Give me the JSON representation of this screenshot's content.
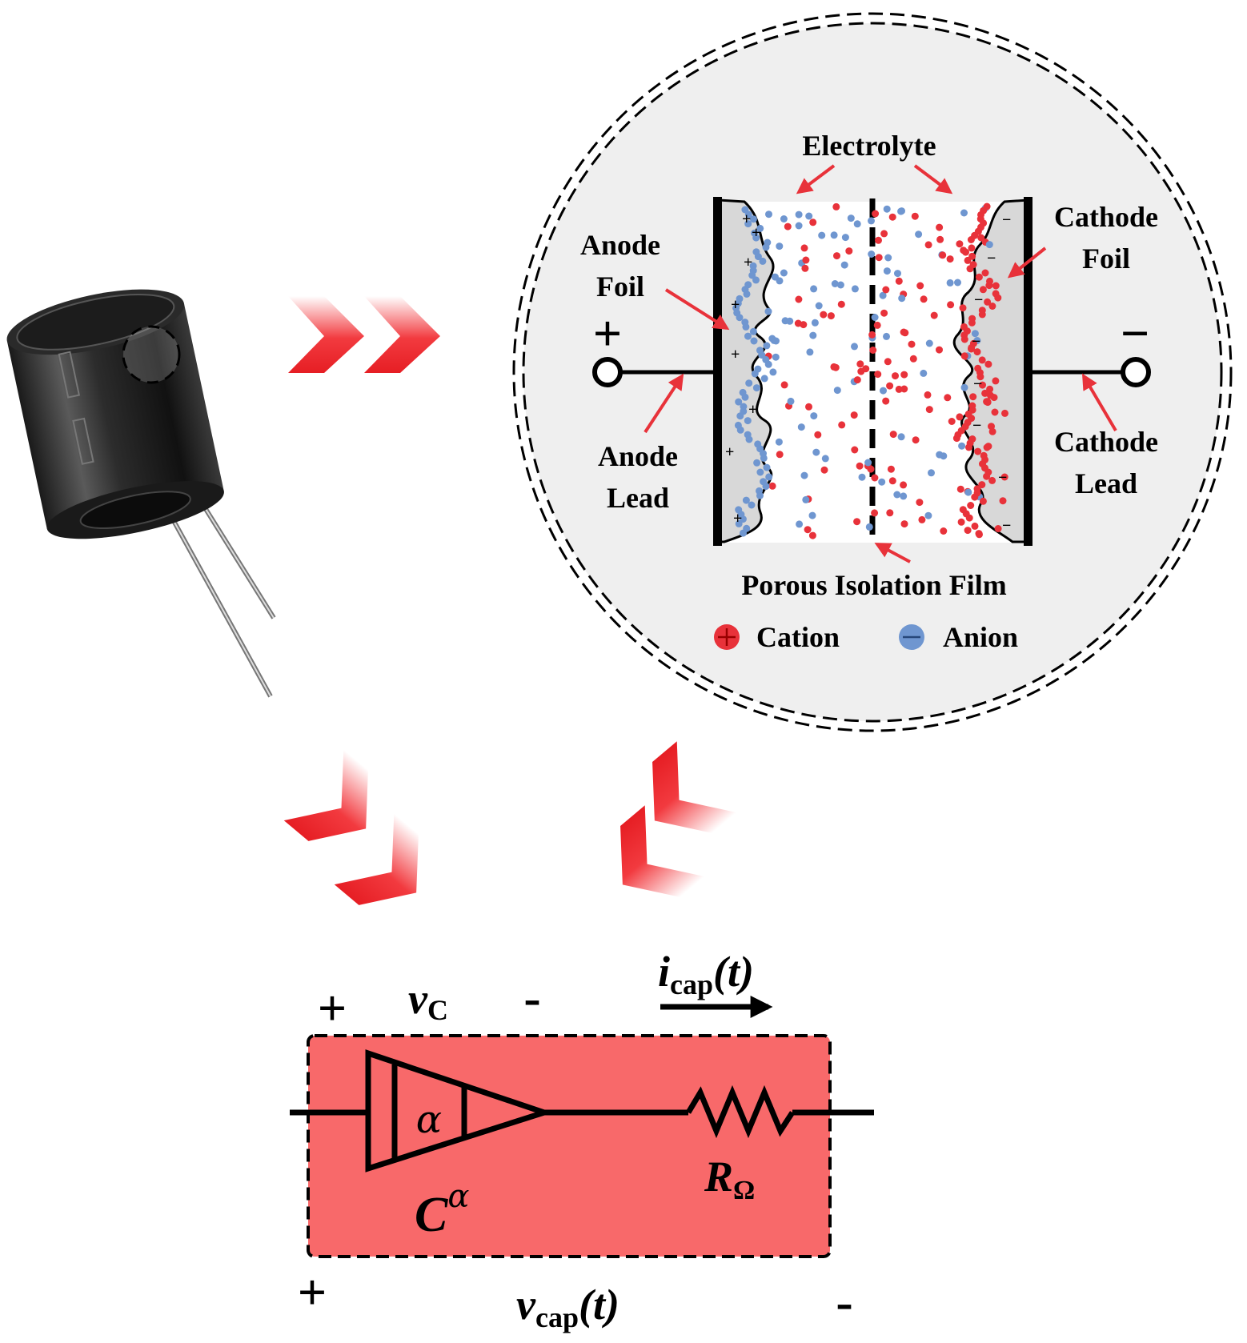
{
  "cross_section": {
    "electrolyte": "Electrolyte",
    "anode_foil": [
      "Anode",
      "Foil"
    ],
    "cathode_foil": [
      "Cathode",
      "Foil"
    ],
    "anode_lead": [
      "Anode",
      "Lead"
    ],
    "cathode_lead": [
      "Cathode",
      "Lead"
    ],
    "separator": "Porous Isolation Film",
    "anode_terminal_sign": "+",
    "cathode_terminal_sign": "−",
    "anode_surface_charge": "+",
    "cathode_surface_charge": "−",
    "legend": [
      {
        "symbol": "⊕",
        "label": "Cation",
        "color": "#e8323a"
      },
      {
        "symbol": "⊖",
        "label": "Anion",
        "color": "#6f96d0"
      }
    ]
  },
  "circuit": {
    "vc_plus": "+",
    "vc_minus": "-",
    "vc_symbol": "v",
    "vc_sub": "C",
    "current_symbol": "i",
    "current_sub": "cap",
    "current_arg": "(t)",
    "alpha": "α",
    "c_symbol": "C",
    "c_sup": "α",
    "r_symbol": "R",
    "r_sub": "Ω",
    "vcap_plus": "+",
    "vcap_minus": "-",
    "vcap_symbol": "v",
    "vcap_sub": "cap",
    "vcap_arg": "(t)"
  },
  "colors": {
    "accent_red": "#e8323a",
    "circuit_fill": "#f8696a",
    "cation": "#e8323a",
    "anion": "#6f96d0",
    "panel_bg": "#efefef"
  }
}
